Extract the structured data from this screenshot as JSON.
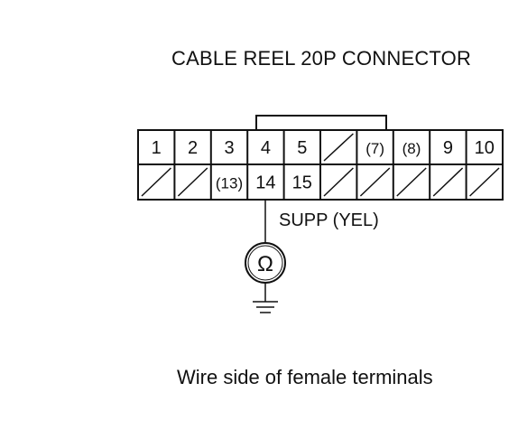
{
  "diagram": {
    "title": "CABLE REEL 20P CONNECTOR",
    "caption": "Wire side of female terminals",
    "wire_label": "SUPP (YEL)",
    "meter_symbol": "Ω",
    "meter_icon": "ohmmeter-icon",
    "ground_icon": "ground-icon",
    "top_row": [
      "1",
      "2",
      "3",
      "4",
      "5",
      "",
      "(7)",
      "(8)",
      "9",
      "10"
    ],
    "bottom_row": [
      "",
      "",
      "(13)",
      "14",
      "15",
      "",
      "",
      "",
      "",
      ""
    ],
    "line_color": "#111111"
  }
}
